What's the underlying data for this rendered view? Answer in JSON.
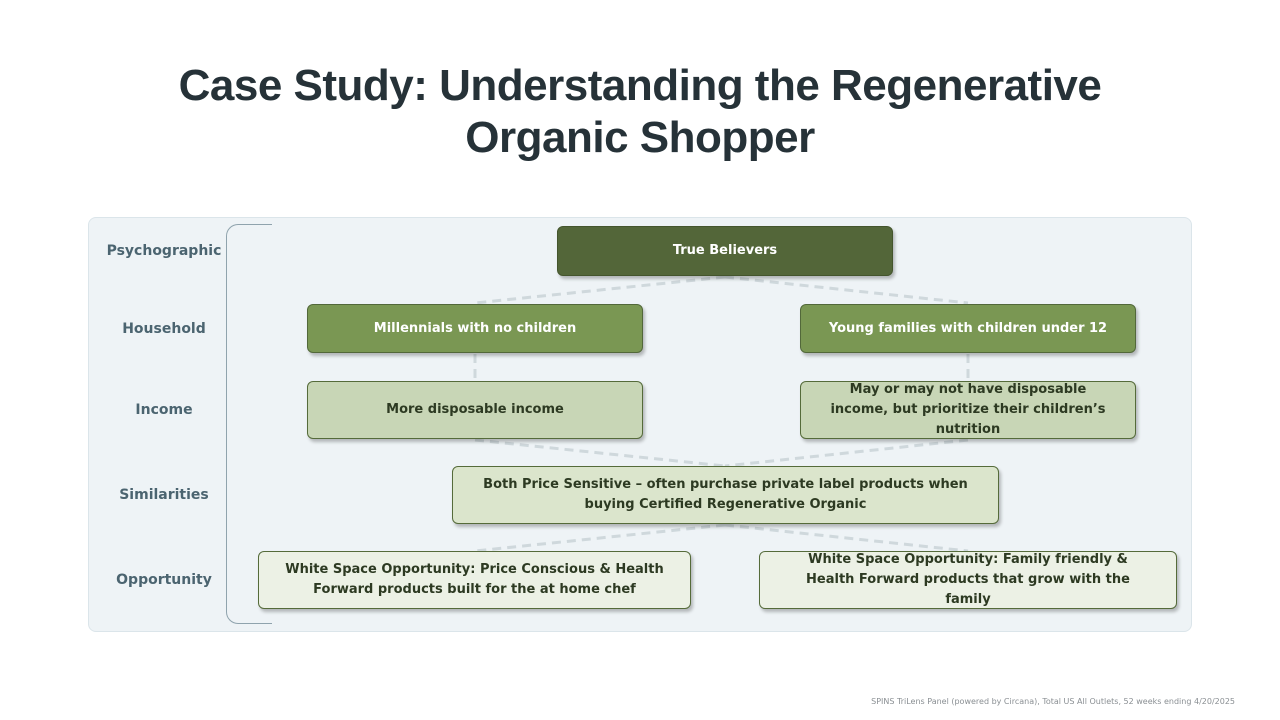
{
  "title": "Case Study: Understanding the Regenerative Organic Shopper",
  "row_labels": {
    "psychographic": "Psychographic",
    "household": "Household",
    "income": "Income",
    "similarities": "Similarities",
    "opportunity": "Opportunity"
  },
  "nodes": {
    "true_believers": "True Believers",
    "millennials": "Millennials with no children",
    "young_families": "Young families with children under 12",
    "income_left": "More disposable income",
    "income_right": "May or may not have disposable income, but prioritize their children’s nutrition",
    "similarity": "Both Price Sensitive – often purchase private label products when buying Certified Regenerative Organic",
    "opportunity_left": "White Space Opportunity: Price Conscious & Health Forward products built for the at home chef",
    "opportunity_right": "White Space Opportunity: Family friendly & Health Forward products that grow with the family"
  },
  "colors": {
    "level1": "#536639",
    "level2": "#7a9753",
    "level3": "#c8d6b6",
    "level4": "#dbe5cc",
    "level5": "#ecf1e5",
    "title": "#263238",
    "connector": "#cfd8dc"
  },
  "source": "SPINS TriLens Panel (powered by Circana), Total US All Outlets, 52 weeks ending 4/20/2025"
}
